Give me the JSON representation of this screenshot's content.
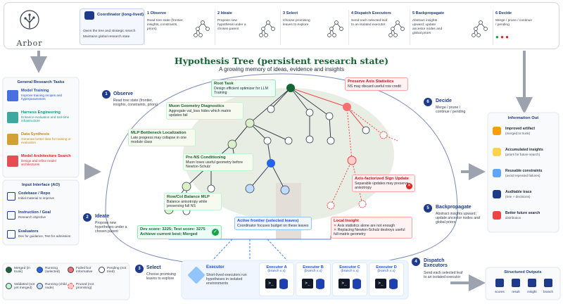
{
  "logo": {
    "name": "Arbor"
  },
  "coordinator": {
    "title": "Coordinator (long-lived)",
    "desc1": "Owns the tree and strategic search",
    "desc2": "Maintains global research state"
  },
  "steps": [
    {
      "title": "1 Observe",
      "desc": "Read tree state (frontier, insights, constraints, priors)"
    },
    {
      "title": "2 Ideate",
      "desc": "Propose new hypothesis under a chosen parent"
    },
    {
      "title": "3 Select",
      "desc": "Choose promising leaves to explore"
    },
    {
      "title": "4 Dispatch Executors",
      "desc": "Send each selected leaf to an isolated executor"
    },
    {
      "title": "5 Backpropagate",
      "desc": "Abstract insights upward; update ancestor nodes and global priors"
    },
    {
      "title": "6 Decide",
      "desc": "Merge / prune / continue / pending"
    }
  ],
  "hero": {
    "title": "Hypothesis Tree (persistent research state)",
    "subtitle": "A growing memory of ideas, evidence and insights"
  },
  "tasks": {
    "header": "General Research Tasks",
    "items": [
      {
        "title": "Model Training",
        "desc": "Improve training recipes and hyperparameters",
        "color": "#1d4ed8"
      },
      {
        "title": "Harness Engineering",
        "desc": "Enhance evaluation and tool-time infrastructure",
        "color": "#0d9488"
      },
      {
        "title": "Data Synthesis",
        "desc": "Generate better data for training or evaluation",
        "color": "#ca8a04"
      },
      {
        "title": "Model Architecture Search",
        "desc": "Design and refine model architectures",
        "color": "#dc2626"
      }
    ]
  },
  "input": {
    "header": "Input Interface (AO)",
    "items": [
      {
        "title": "Codebase / Repo",
        "desc": "Initial material to improve"
      },
      {
        "title": "Instruction / Goal",
        "desc": "Research objective"
      },
      {
        "title": "Evaluators",
        "desc": "Dev for guidance, Test for admission"
      }
    ]
  },
  "loop": {
    "observe": {
      "title": "Observe",
      "desc": "Read tree state (frontier, insights, constraints, priors)"
    },
    "ideate": {
      "title": "Ideate",
      "desc": "Propose new hypotheses under a chosen parent"
    },
    "select": {
      "title": "Select",
      "desc": "Choose promising leaves to explore"
    },
    "decide": {
      "title": "Decide",
      "desc": "Merge / prune / continue / pending"
    },
    "backprop": {
      "title": "Backpropagate",
      "desc": "Abstract insights upward; update ancestor nodes and global priors"
    },
    "dispatch": {
      "title": "Dispatch Executors",
      "desc": "Send each selected leaf to an isolated executor"
    }
  },
  "tree_labels": {
    "root": {
      "title": "Root Task",
      "desc": "Design efficient optimizer for LLM Training"
    },
    "muon": {
      "title": "Muon Geometry Diagnostics",
      "desc": "Aggregate val_loss hides which matrix updates fail"
    },
    "mlp": {
      "title": "MLP Bottleneck Localization",
      "desc": "Late progress may collapse in one module class"
    },
    "prens": {
      "title": "Pre-NS Conditioning",
      "desc": "Muon loses useful geometry before Newton-Schulz"
    },
    "rowcol": {
      "title": "Row/Col Balance MLP",
      "desc": "Balance anisotropy while preserving full NS"
    },
    "score": {
      "line1": "Dev score: 3225; Test score: 3275",
      "line2": "Achieve current best; Merged"
    },
    "preserve": {
      "title": "Preserve Axis Statistics",
      "desc": "NS may discard useful row credit"
    },
    "axis": {
      "title": "Axis-factorized Sign Update",
      "desc": "Separable updates may preserve anisotropy"
    },
    "frontier": {
      "title": "Active frontier (selected leaves)",
      "desc": "Coordinator focuses budget on these leaves"
    },
    "local": {
      "title": "Local Insight",
      "l1": "Axis statistics alone are not enough",
      "l2": "Replacing Newton-Schulz destroys useful full-matrix geometry"
    }
  },
  "executor": {
    "title": "Executor",
    "desc": "Short-lived executors run hypotheses in isolated environments",
    "items": [
      {
        "name": "Executor A",
        "branch": "(branch x.x)"
      },
      {
        "name": "Executor B",
        "branch": "(branch x.x)"
      },
      {
        "name": "Executor C",
        "branch": "(branch x.x)"
      },
      {
        "name": "Executor D",
        "branch": "(branch x.x)"
      }
    ]
  },
  "legend": [
    {
      "label": "Merged (in trunk)",
      "color": "#166534"
    },
    {
      "label": "Running (selected)",
      "color": "#2563eb"
    },
    {
      "label": "Failed but informative",
      "color": "#f87171"
    },
    {
      "label": "Pending (not tried)",
      "color": "#ffffff"
    },
    {
      "label": "Validated (not yet merged)",
      "color": "#bbf7d0"
    },
    {
      "label": "Running (child node)",
      "color": "#bfdbfe"
    },
    {
      "label": "Pruned (not promising)",
      "color": "#fecaca"
    }
  ],
  "info_out": {
    "header": "Information Out",
    "items": [
      {
        "title": "Improved artifact",
        "desc": "(merged to trunk)",
        "icon": "trophy-icon",
        "color": "#f59e0b"
      },
      {
        "title": "Accumulated insights",
        "desc": "(priors for future search)",
        "icon": "bulb-icon",
        "color": "#fcd34d"
      },
      {
        "title": "Reusable constraints",
        "desc": "(avoid repeated failures)",
        "icon": "puzzle-icon",
        "color": "#60a5fa"
      },
      {
        "title": "Auditable trace",
        "desc": "(tree + decisions)",
        "icon": "trace-icon",
        "color": "#1e3a8a"
      },
      {
        "title": "Better future search",
        "desc": "distribution",
        "icon": "bars-icon",
        "color": "#ef4444"
      }
    ]
  },
  "structured": {
    "header": "Structured Outputs",
    "items": [
      "scores",
      "result",
      "insight",
      "branch"
    ]
  }
}
